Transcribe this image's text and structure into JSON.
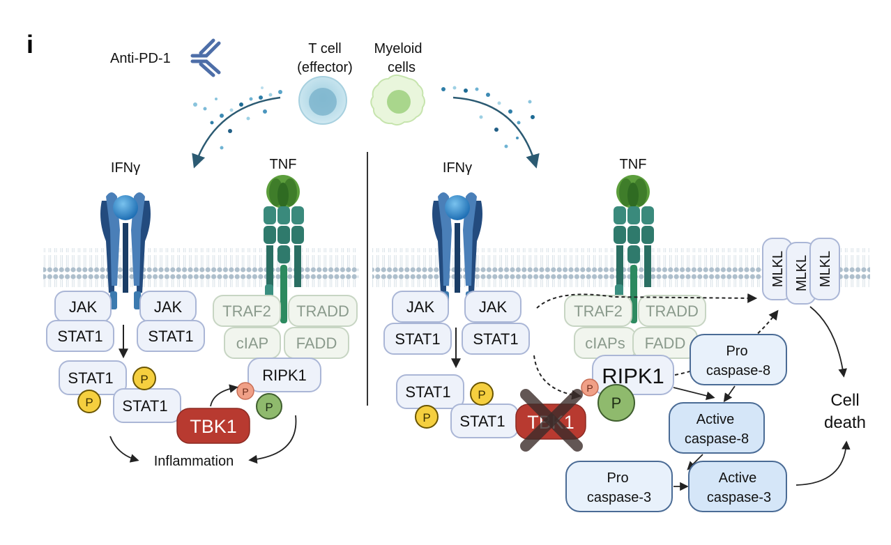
{
  "panel_letter": "i",
  "top": {
    "antibody_label": "Anti-PD-1",
    "t_cell_label_1": "T cell",
    "t_cell_label_2": "(effector)",
    "myeloid_label_1": "Myeloid",
    "myeloid_label_2": "cells"
  },
  "left": {
    "ifng": "IFNγ",
    "tnf": "TNF",
    "jak_a": "JAK",
    "jak_b": "JAK",
    "stat1_a": "STAT1",
    "stat1_b": "STAT1",
    "traf2": "TRAF2",
    "tradd": "TRADD",
    "ciap": "cIAP",
    "fadd": "FADD",
    "ripk1": "RIPK1",
    "stat1_p1": "STAT1",
    "stat1_p2": "STAT1",
    "tbk1": "TBK1",
    "phospho": "P",
    "outcome": "Inflammation"
  },
  "right": {
    "ifng": "IFNγ",
    "tnf": "TNF",
    "jak_a": "JAK",
    "jak_b": "JAK",
    "stat1_a": "STAT1",
    "stat1_b": "STAT1",
    "traf2": "TRAF2",
    "tradd": "TRADD",
    "ciaps": "cIAPs",
    "fadd": "FADD",
    "ripk1": "RIPK1",
    "stat1_p1": "STAT1",
    "stat1_p2": "STAT1",
    "tbk1": "TBK1",
    "phospho": "P",
    "mlkl": "MLKL",
    "pro_casp8_1": "Pro",
    "pro_casp8_2": "caspase-8",
    "act_casp8_1": "Active",
    "act_casp8_2": "caspase-8",
    "pro_casp3_1": "Pro",
    "pro_casp3_2": "caspase-3",
    "act_casp3_1": "Active",
    "act_casp3_2": "caspase-3",
    "outcome_1": "Cell",
    "outcome_2": "death"
  }
}
